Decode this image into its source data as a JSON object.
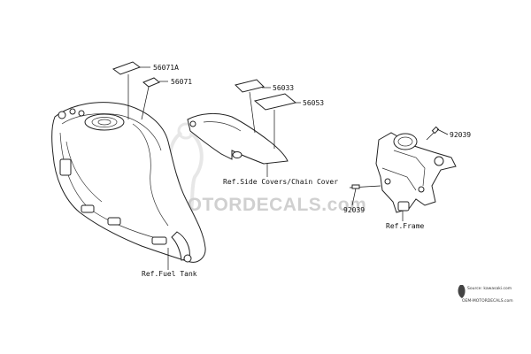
{
  "watermark": {
    "text": "OEM MOTORDECALS.com"
  },
  "credits": {
    "line1": "Source: kawasaki.com",
    "line2": "OEM-MOTORDECALS.com"
  },
  "callouts": {
    "p56071a": "56071A",
    "p56071": "56071",
    "p56033": "56033",
    "p56053": "56053",
    "p92039_top": "92039",
    "p92039_left": "92039"
  },
  "refs": {
    "side_covers": "Ref.Side Covers/Chain Cover",
    "frame": "Ref.Frame",
    "fuel_tank": "Ref.Fuel Tank"
  }
}
